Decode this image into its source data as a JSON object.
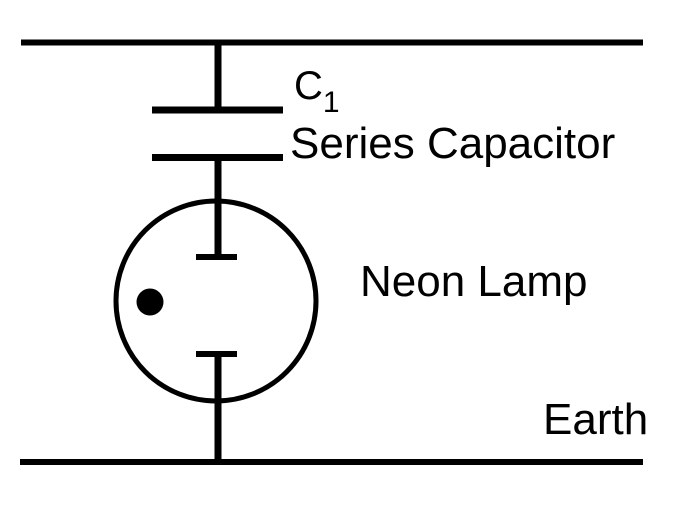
{
  "diagram": {
    "type": "circuit-schematic",
    "colors": {
      "line": "#000000",
      "text": "#000000",
      "background": "#ffffff"
    },
    "components": [
      {
        "id": "series-capacitor",
        "designator": "C",
        "designator_subscript": "1",
        "label": "Series Capacitor",
        "symbol": "capacitor-parallel-plates"
      },
      {
        "id": "neon-lamp",
        "label": "Neon Lamp",
        "symbol": "circle-with-two-electrodes-and-gas-dot"
      },
      {
        "id": "earth-rail",
        "label": "Earth",
        "symbol": "horizontal-rail"
      }
    ]
  }
}
